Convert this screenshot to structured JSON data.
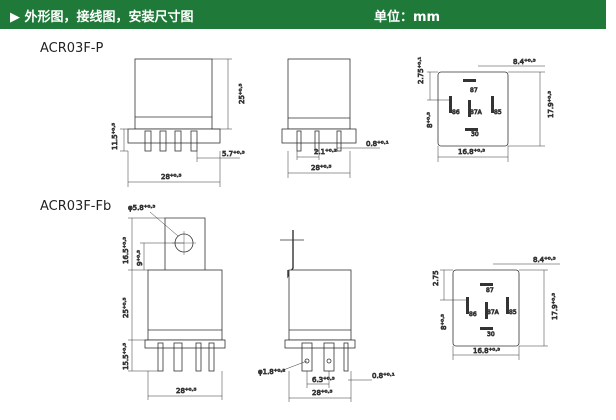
{
  "header": {
    "title": "▶ 外形图，接线图，安装尺寸图",
    "unit": "单位：mm"
  },
  "models": [
    {
      "name": "ACR03F-P",
      "dims": {
        "height": "25⁺⁰·⁵",
        "pin_len": "11.5⁺⁰·⁵",
        "width": "28⁺⁰·⁵",
        "pin_w": "5.7⁺⁰·³",
        "side_width": "28⁺⁰·⁵",
        "pin_space": "2.1⁺⁰·²",
        "pin_thick": "0.8⁺⁰·¹",
        "top_offset": "8.4⁺⁰·³",
        "top_h": "17.9⁺⁰·³",
        "top_w": "16.8⁺⁰·³",
        "top_left": "2.75⁺⁰·¹",
        "top_lh": "8⁺⁰·³"
      }
    },
    {
      "name": "ACR03F-Fb",
      "dims": {
        "hole": "φ5.8⁺⁰·³",
        "bracket_h": "16.5⁺⁰·³",
        "bracket_w": "9⁺⁰·³",
        "height": "25⁺⁰·⁵",
        "pin_len": "15.5⁺⁰·⁵",
        "width": "28⁺⁰·⁵",
        "side_hole": "φ1.8⁺⁰·²",
        "pin_space": "6.3⁺⁰·³",
        "side_width": "28⁺⁰·⁵",
        "pin_thick": "0.8⁺⁰·¹",
        "top_offset": "8.4⁺⁰·³",
        "top_h": "17.9⁺⁰·³",
        "top_w": "16.8⁺⁰·³",
        "top_left": "2.75",
        "top_lh": "8⁺⁰·³"
      }
    }
  ],
  "pins": [
    "87",
    "86",
    "87A",
    "85",
    "30"
  ]
}
